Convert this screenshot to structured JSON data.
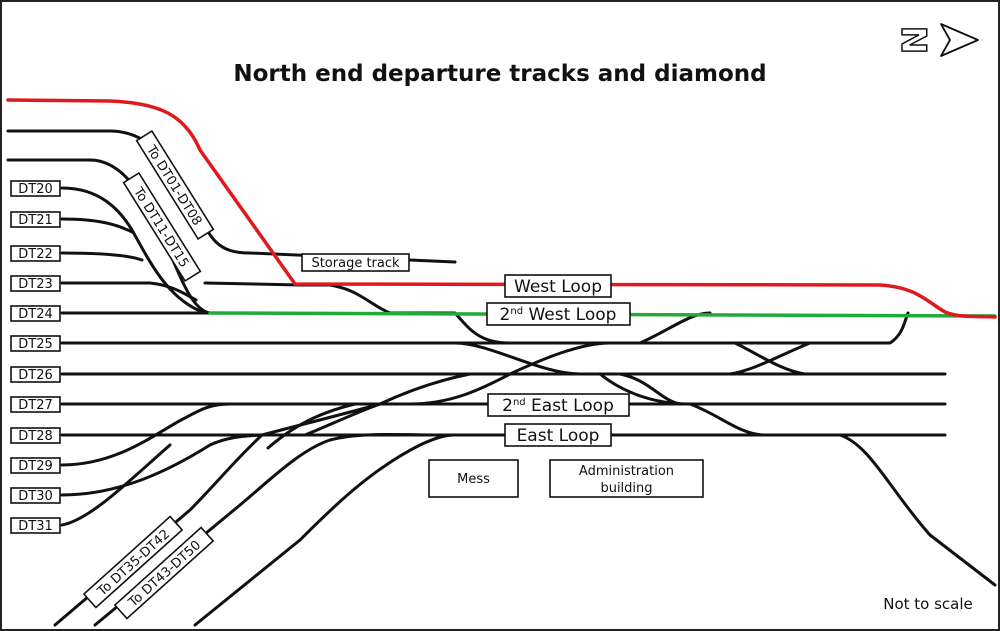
{
  "title": "North end departure tracks and diamond",
  "note": "Not to scale",
  "colors": {
    "west_loop": "#e0191e",
    "second_west_loop": "#1faa3a",
    "track": "#111111"
  },
  "north_arrow": {
    "letter": "N",
    "icon": "north-arrow-icon"
  },
  "tracks": [
    {
      "id": "dt20",
      "label": "DT20"
    },
    {
      "id": "dt21",
      "label": "DT21"
    },
    {
      "id": "dt22",
      "label": "DT22"
    },
    {
      "id": "dt23",
      "label": "DT23"
    },
    {
      "id": "dt24",
      "label": "DT24"
    },
    {
      "id": "dt25",
      "label": "DT25"
    },
    {
      "id": "dt26",
      "label": "DT26"
    },
    {
      "id": "dt27",
      "label": "DT27"
    },
    {
      "id": "dt28",
      "label": "DT28"
    },
    {
      "id": "dt29",
      "label": "DT29"
    },
    {
      "id": "dt30",
      "label": "DT30"
    },
    {
      "id": "dt31",
      "label": "DT31"
    }
  ],
  "routes": {
    "dt01_dt08": "To DT01-DT08",
    "dt11_dt15": "To DT11-DT15",
    "dt35_dt42": "To DT35-DT42",
    "dt43_dt50": "To DT43-DT50"
  },
  "loops": {
    "west_loop": "West Loop",
    "second_west_loop": {
      "num": "2",
      "sup": "nd",
      "rest": " West Loop"
    },
    "second_east_loop": {
      "num": "2",
      "sup": "nd",
      "rest": " East Loop"
    },
    "east_loop": "East Loop"
  },
  "storage_track": "Storage track",
  "buildings": {
    "mess": "Mess",
    "admin_line1": "Administration",
    "admin_line2": "building"
  }
}
